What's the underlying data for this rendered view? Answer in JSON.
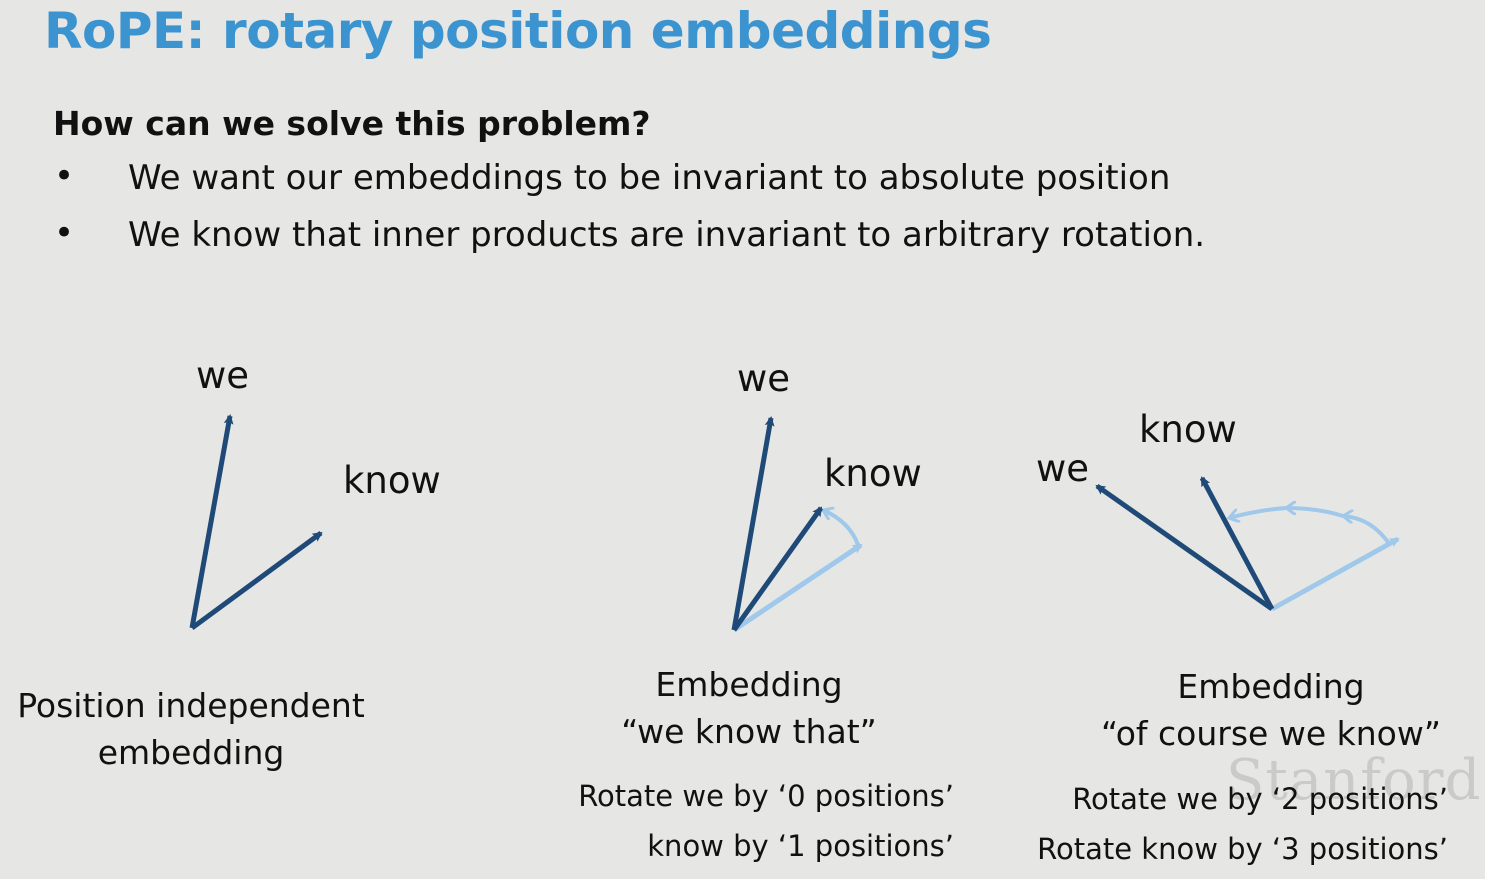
{
  "slide": {
    "title": "RoPE: rotary position embeddings",
    "question": "How can we solve this problem?",
    "bullets": [
      "We want our embeddings to be invariant to absolute position",
      "We know that inner products are invariant to arbitrary rotation."
    ],
    "bullet_marker": "•",
    "colors": {
      "title": "#3b94cf",
      "vector_dark": "#1f4a78",
      "vector_light": "#9fc8ea",
      "background": "#e6e7e5"
    },
    "logo_text": "Stanford"
  },
  "diagrams": [
    {
      "word_a": "we",
      "word_b": "know",
      "caption_lines": [
        "Position independent",
        "embedding"
      ],
      "notes": []
    },
    {
      "word_a": "we",
      "word_b": "know",
      "caption_lines": [
        "Embedding",
        "“we know that”"
      ],
      "notes": [
        "Rotate we by ‘0 positions’",
        "know by ‘1 positions’"
      ]
    },
    {
      "word_a": "we",
      "word_b": "know",
      "caption_lines": [
        "Embedding",
        "“of course we know”"
      ],
      "notes": [
        "Rotate we by ‘2 positions’",
        "Rotate know by ‘3 positions’"
      ]
    }
  ]
}
